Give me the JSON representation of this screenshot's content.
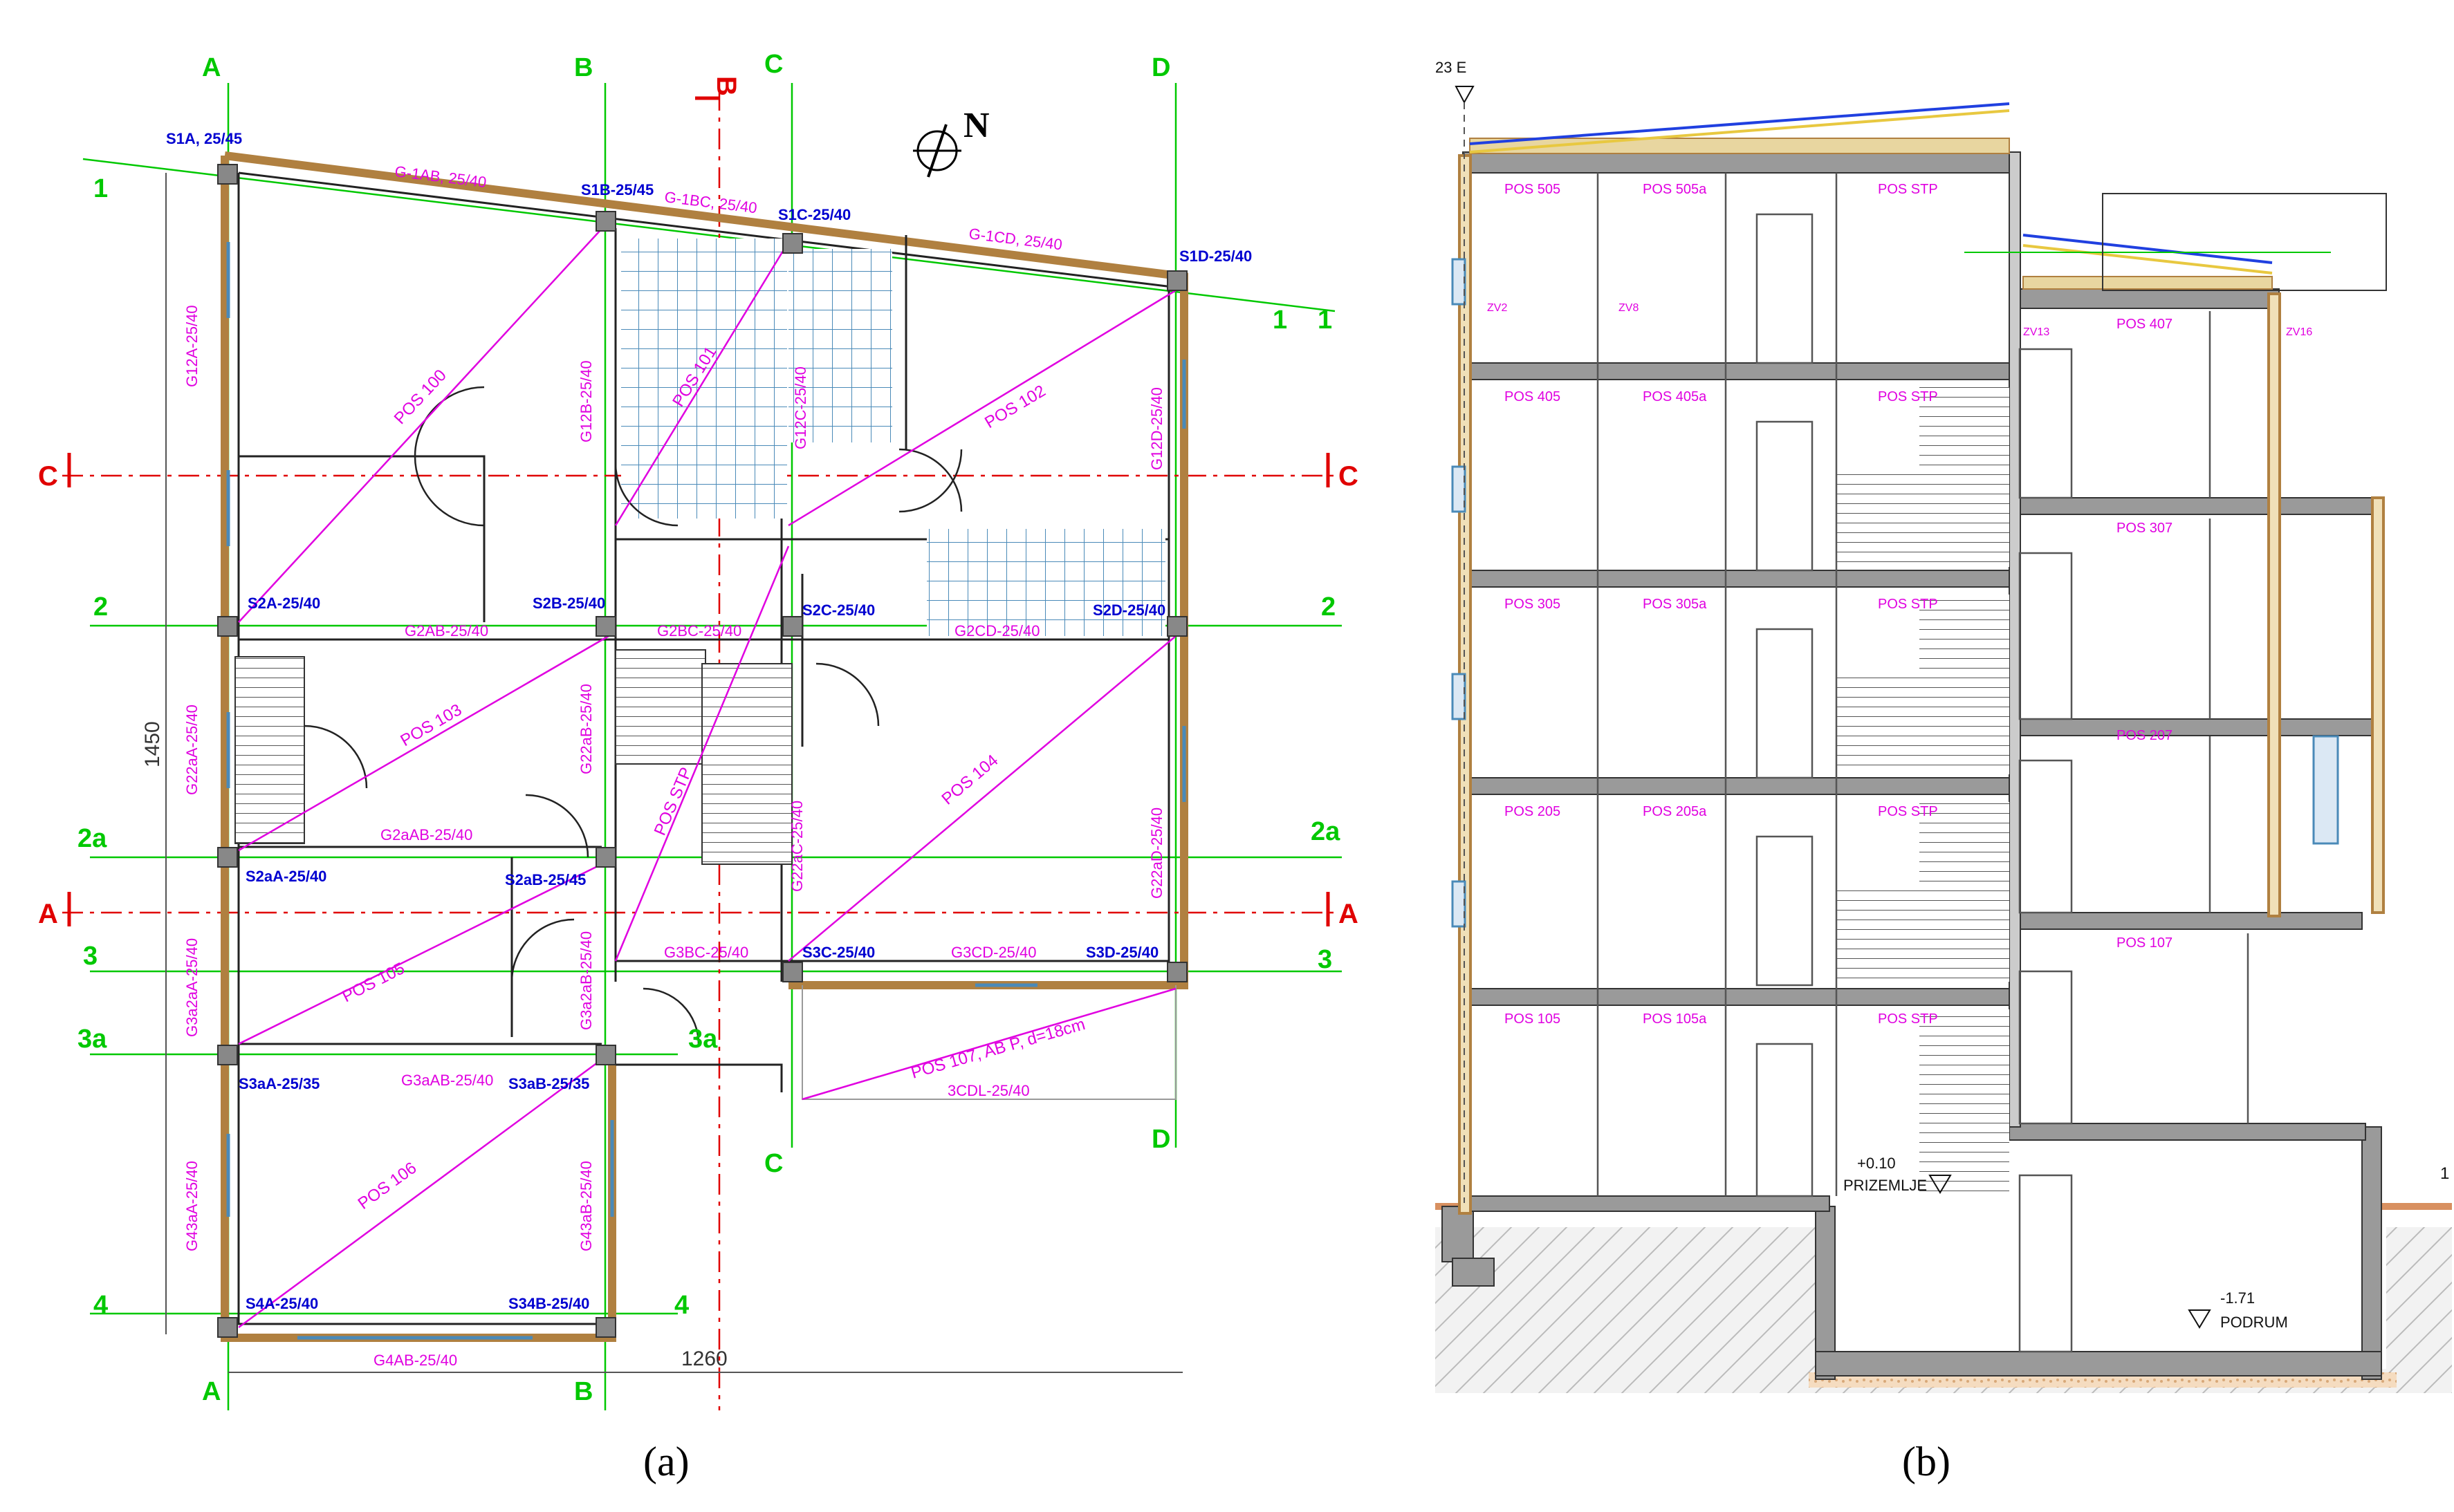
{
  "panel_a": {
    "caption": "(a)",
    "north_label": "N",
    "axis_letters_top": [
      "A",
      "B",
      "C",
      "D"
    ],
    "axis_letters_bottom": [
      "A",
      "B",
      "C",
      "D"
    ],
    "axis_numbers_left": [
      "1",
      "2",
      "2a",
      "3",
      "3a",
      "4"
    ],
    "axis_numbers_right": [
      "1",
      "1",
      "2",
      "2a",
      "3",
      "3a",
      "4"
    ],
    "section_labels": {
      "c_left": "C",
      "c_right": "C",
      "a_left": "A",
      "a_right": "A",
      "b_top": "B"
    },
    "dimensions": {
      "height": "1450",
      "width": "1260"
    },
    "columns": [
      "S1A, 25/45",
      "S1B-25/45",
      "S1C-25/40",
      "S1D-25/40",
      "S2A-25/40",
      "S2B-25/40",
      "S2C-25/40",
      "S2D-25/40",
      "S2aA-25/40",
      "S2aB-25/45",
      "S3C-25/40",
      "S3D-25/40",
      "S3aA-25/35",
      "S3aB-25/35",
      "S4A-25/40",
      "S34B-25/40"
    ],
    "beams": [
      "G-1AB, 25/40",
      "G-1BC, 25/40",
      "G-1CD, 25/40",
      "G2AB-25/40",
      "G2BC-25/40",
      "G2CD-25/40",
      "G2aAB-25/40",
      "G3BC-25/40",
      "G3CD-25/40",
      "G3aAB-25/40",
      "G4AB-25/40",
      "3CDL-25/40"
    ],
    "vertical_beams": [
      "G12A-25/40",
      "G12B-25/40",
      "G12C-25/40",
      "G12D-25/40",
      "G22aA-25/40",
      "G22aB-25/40",
      "G22aC-25/40",
      "G22aD-25/40",
      "G3a2aA-25/40",
      "G3a2aB-25/40",
      "G43aA-25/40",
      "G43aB-25/40"
    ],
    "slabs": [
      "POS 100",
      "POS 101",
      "POS 102",
      "POS 103",
      "POS 104",
      "POS STP",
      "POS 105",
      "POS 106",
      "POS 107, AB P, d=18cm"
    ]
  },
  "panel_b": {
    "caption": "(b)",
    "elevation_top": "23 E",
    "level_ground": "+0.10",
    "level_ground_name": "PRIZEMLJE",
    "level_basement": "-1.71",
    "level_basement_name": "PODRUM",
    "right_mark": "1",
    "floors": [
      {
        "left": "POS 505",
        "mid": "POS 505a",
        "stair": "POS STP",
        "right": "POS 407"
      },
      {
        "left": "POS 405",
        "mid": "POS 405a",
        "stair": "POS STP",
        "right": "POS 307"
      },
      {
        "left": "POS 305",
        "mid": "POS 305a",
        "stair": "POS STP",
        "right": "POS 207"
      },
      {
        "left": "POS 205",
        "mid": "POS 205a",
        "stair": "POS STP",
        "right": "POS 107"
      },
      {
        "left": "POS 105",
        "mid": "POS 105a",
        "stair": "POS STP",
        "right": ""
      }
    ],
    "wall_marks": [
      "ZV2",
      "ZV8",
      "ZV13",
      "ZV16"
    ]
  },
  "colors": {
    "axis_green": "#00c800",
    "section_red": "#e00000",
    "beam_magenta": "#e000e0",
    "column_blue": "#0000d0",
    "wall_brown": "#b08040",
    "tile_blue": "#4a8ab8",
    "insulation_yellow": "#e8c840"
  }
}
